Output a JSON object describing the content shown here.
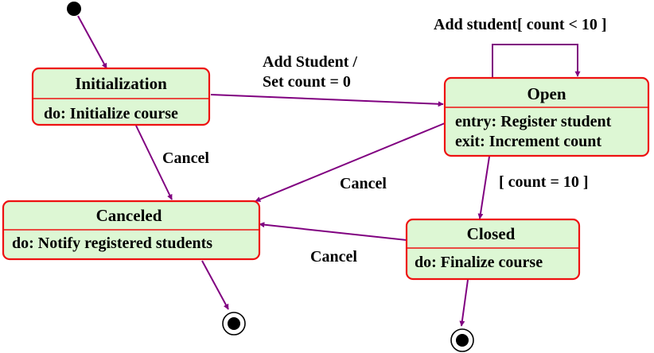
{
  "diagram": {
    "type": "uml-state-machine",
    "colors": {
      "state_fill": "#ddf7d4",
      "state_border": "#ee1111",
      "transition": "#800080",
      "text": "#000000"
    },
    "states": {
      "initialization": {
        "name": "Initialization",
        "activities": [
          "do: Initialize course"
        ]
      },
      "open": {
        "name": "Open",
        "activities": [
          "entry: Register student",
          "exit: Increment count"
        ]
      },
      "canceled": {
        "name": "Canceled",
        "activities": [
          "do: Notify registered students"
        ]
      },
      "closed": {
        "name": "Closed",
        "activities": [
          "do: Finalize course"
        ]
      }
    },
    "transitions": {
      "init_to_open": {
        "label_line1": "Add Student /",
        "label_line2": "Set count = 0"
      },
      "open_self": {
        "label": "Add student[ count < 10 ]"
      },
      "open_to_closed": {
        "label": "[ count = 10 ]"
      },
      "init_to_canceled": {
        "label": "Cancel"
      },
      "open_to_canceled": {
        "label": "Cancel"
      },
      "closed_to_canceled": {
        "label": "Cancel"
      }
    }
  }
}
